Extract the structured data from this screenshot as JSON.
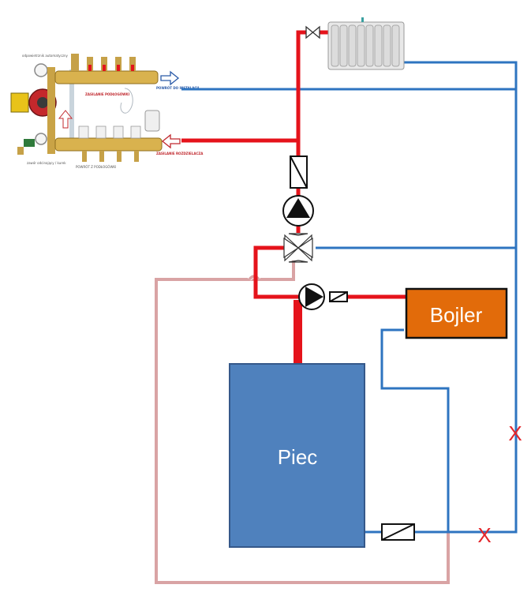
{
  "labels": {
    "boiler": "Bojler",
    "furnace": "Piec",
    "x1": "X",
    "x2": "X"
  },
  "manifold_text": {
    "auto_vent": "odpowietrznik automatyczny",
    "return_to_install": "POWRÓT DO INSTALACJI",
    "supply_floor": "ZASILANIE PODŁOGÓWKI",
    "supply_distributor": "ZASILANIE ROZDZIELACZA",
    "return_floor": "POWRÓT Z PODŁOGÓWKI",
    "valve_drain": "zawór odcinający / kurek"
  },
  "colors": {
    "supply": "#e5131b",
    "return": "#2e74c0",
    "bypass": "#d9a3a4",
    "furnace": "#4f81bd",
    "boiler": "#e26b0a"
  }
}
